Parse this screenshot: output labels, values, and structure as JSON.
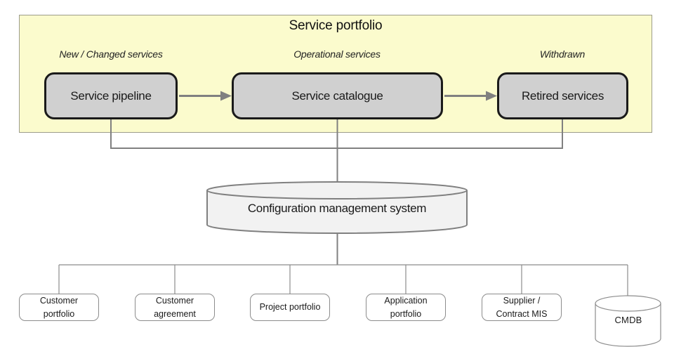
{
  "diagram": {
    "title": "Service portfolio",
    "lanes": [
      {
        "label": "New / Changed services",
        "node": "Service pipeline"
      },
      {
        "label": "Operational services",
        "node": "Service catalogue"
      },
      {
        "label": "Withdrawn",
        "node": "Retired services"
      }
    ],
    "cms_label": "Configuration management system",
    "bottom_nodes": [
      "Customer portfolio",
      "Customer agreement",
      "Project portfolio",
      "Application portfolio",
      "Supplier / Contract MIS"
    ],
    "cmdb_label": "CMDB",
    "colors": {
      "panel_fill": "#FBFBCD",
      "panel_border": "#9C9C8A",
      "node_fill": "#D0D0D0",
      "node_border": "#1A1A1A",
      "connector": "#808080",
      "cms_cylinder_fill": "#F2F2F2",
      "leaf_fill": "#FFFFFF"
    }
  }
}
